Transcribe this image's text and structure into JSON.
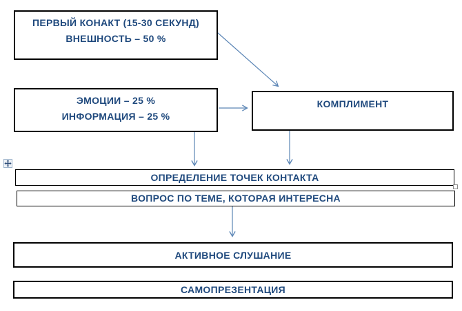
{
  "diagram": {
    "title": "sales-first-contact-flowchart",
    "colors": {
      "text": "#1f497d",
      "box_border": "#000000",
      "arrow": "#5b85b5",
      "background": "#ffffff"
    },
    "nodes": {
      "first_contact": {
        "line1": "ПЕРВЫЙ КОНАКТ (15-30 СЕКУНД)",
        "line2": "ВНЕШНОСТЬ – 50 %"
      },
      "emotions": {
        "line1": "ЭМОЦИИ – 25 %",
        "line2": "ИНФОРМАЦИЯ – 25 %"
      },
      "compliment": {
        "label": "КОМПЛИМЕНТ"
      },
      "contact_points": {
        "label": "ОПРЕДЕЛЕНИЕ ТОЧЕК КОНТАКТА"
      },
      "interesting_question": {
        "label": "ВОПРОС ПО ТЕМЕ, КОТОРАЯ ИНТЕРЕСНА"
      },
      "active_listening": {
        "label": "АКТИВНОЕ СЛУШАНИЕ"
      },
      "self_presentation": {
        "label": "САМОПРЕЗЕНТАЦИЯ"
      }
    },
    "edges": [
      {
        "from": "first_contact",
        "to": "compliment",
        "style": "diagonal-arrow"
      },
      {
        "from": "emotions",
        "to": "compliment",
        "style": "horizontal-arrow"
      },
      {
        "from": "emotions",
        "to": "contact_points",
        "style": "vertical-arrow"
      },
      {
        "from": "compliment",
        "to": "contact_points",
        "style": "vertical-arrow"
      },
      {
        "from": "interesting_question",
        "to": "active_listening",
        "style": "vertical-arrow"
      }
    ],
    "handles": {
      "move_handle": "table-move-handle",
      "resize_handle": "table-resize-handle"
    }
  }
}
